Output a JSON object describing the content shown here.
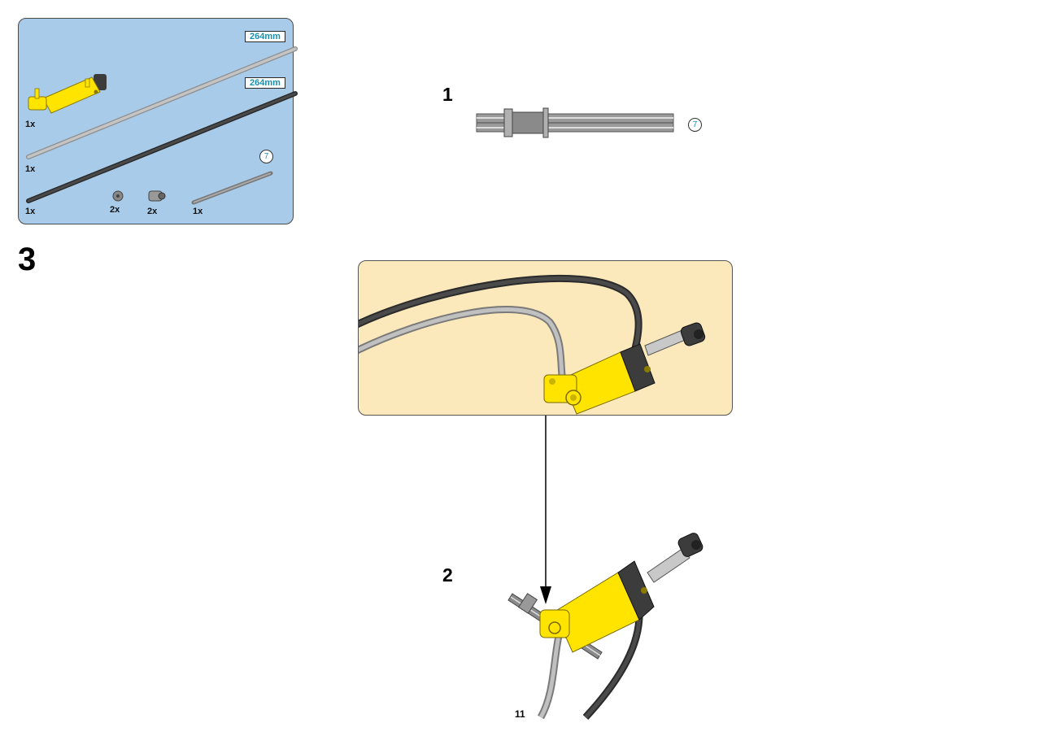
{
  "parts_list": {
    "length_label_1": "264mm",
    "length_label_2": "264mm",
    "axle_size": "7",
    "items": [
      {
        "name": "pneumatic-cylinder",
        "qty": "1x"
      },
      {
        "name": "light-gray-tube",
        "qty": "1x"
      },
      {
        "name": "dark-gray-tube",
        "qty": "1x"
      },
      {
        "name": "bush",
        "qty": "2x"
      },
      {
        "name": "t-piece",
        "qty": "2x"
      },
      {
        "name": "axle",
        "qty": "1x"
      }
    ]
  },
  "main_step": "3",
  "substep_1": {
    "number": "1",
    "axle_size": "7"
  },
  "substep_2": {
    "number": "2"
  },
  "page_number": "11",
  "colors": {
    "parts_bg": "#a8cbe9",
    "callout_bg": "#fbe8bb",
    "yellow": "#ffe400",
    "dark_gray": "#3c3c3c",
    "light_gray": "#b4b4b4",
    "accent_text": "#1a8fb0"
  }
}
